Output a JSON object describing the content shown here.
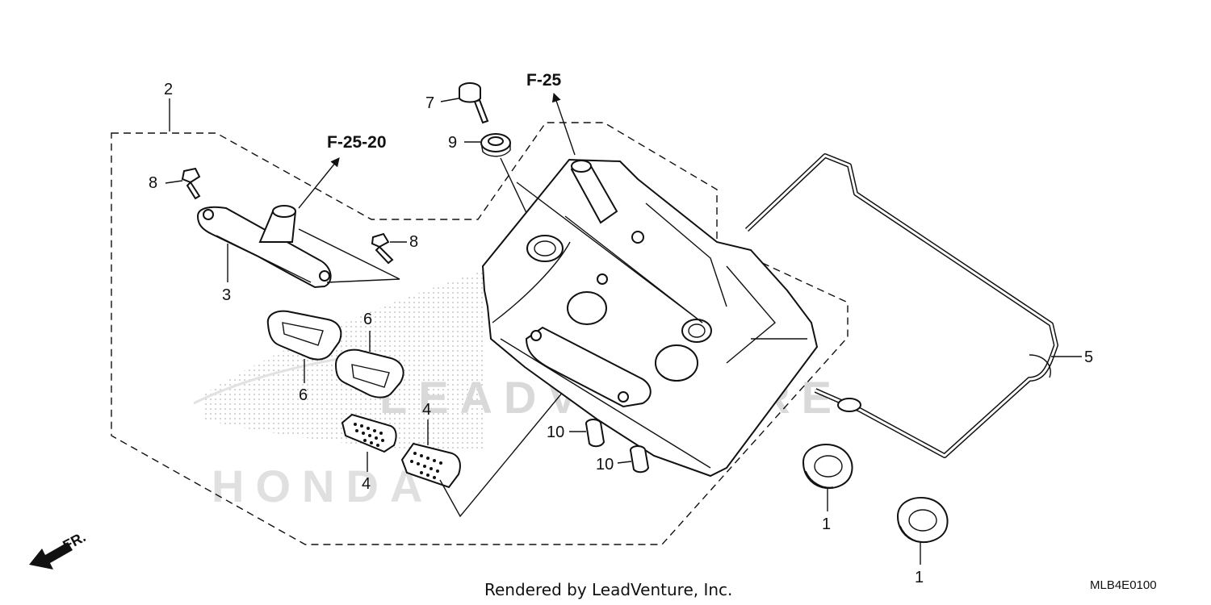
{
  "references": {
    "f25": "F-25",
    "f2520": "F-25-20"
  },
  "callouts": {
    "c1a": "1",
    "c1b": "1",
    "c2": "2",
    "c3": "3",
    "c4a": "4",
    "c4b": "4",
    "c5": "5",
    "c6a": "6",
    "c6b": "6",
    "c7": "7",
    "c8a": "8",
    "c8b": "8",
    "c9": "9",
    "c10a": "10",
    "c10b": "10"
  },
  "front_indicator": "FR.",
  "footer": "Rendered by LeadVenture, Inc.",
  "diagram_code": "MLB4E0100",
  "watermark": {
    "leadventure": "LEADVENTURE",
    "honda": "HONDA"
  }
}
